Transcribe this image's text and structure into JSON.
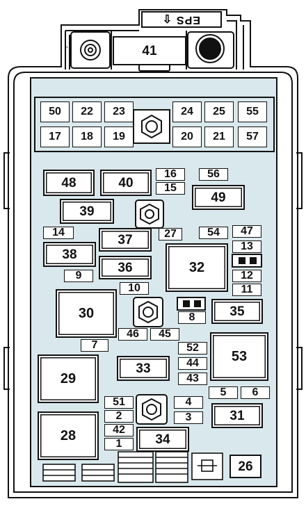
{
  "eps_label": "EPS",
  "arrow_glyph": "⇩",
  "fuses_top": [
    "50",
    "22",
    "23",
    "24",
    "25",
    "55",
    "17",
    "18",
    "19",
    "20",
    "21",
    "57"
  ],
  "labels": {
    "b41": "41",
    "b48": "48",
    "b40": "40",
    "b16": "16",
    "b15": "15",
    "b56": "56",
    "b49": "49",
    "b39": "39",
    "b14": "14",
    "b37": "37",
    "b27": "27",
    "b54": "54",
    "b47": "47",
    "b13": "13",
    "b38": "38",
    "b36": "36",
    "b32": "32",
    "b9": "9",
    "b10": "10",
    "b12": "12",
    "b11": "11",
    "b30": "30",
    "b8": "8",
    "b35": "35",
    "b46": "46",
    "b45": "45",
    "b7": "7",
    "b52": "52",
    "b53": "53",
    "b29": "29",
    "b33": "33",
    "b44": "44",
    "b43": "43",
    "b5": "5",
    "b6": "6",
    "b51": "51",
    "b4": "4",
    "b2": "2",
    "b3": "3",
    "b31": "31",
    "b28": "28",
    "b42": "42",
    "b1": "1",
    "b34": "34",
    "b26": "26"
  },
  "colors": {
    "housing": "#d9e8ec",
    "outline": "#111111",
    "fill": "#ffffff"
  }
}
